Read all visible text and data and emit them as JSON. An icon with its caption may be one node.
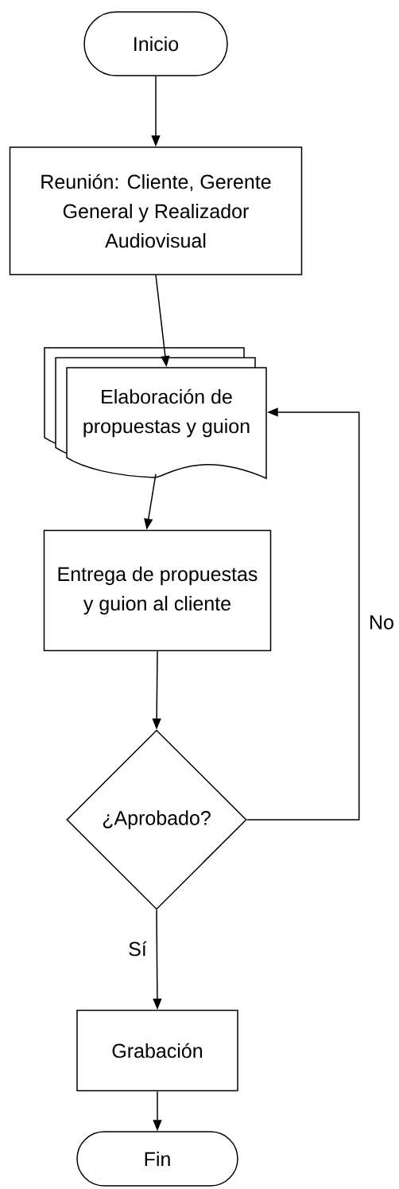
{
  "diagram": {
    "nodes": [
      {
        "text": [
          "Inicio"
        ]
      },
      {
        "text": [
          "Reunión: Cliente, Gerente General y Realizador Audiovisual"
        ]
      },
      {
        "text": [
          "Elaboración de propuestas y guion"
        ]
      },
      {
        "text": [
          "Entrega de propuestas y guion al cliente"
        ]
      },
      {
        "text": [
          "¿Aprobado?"
        ]
      },
      {
        "text": [
          "Grabación"
        ]
      },
      {
        "text": [
          "Fin"
        ]
      }
    ],
    "edges": [
      {
        "from": 0,
        "to": 1,
        "arrow": "to"
      },
      {
        "from": 1,
        "to": 2,
        "arrow": "to"
      },
      {
        "from": 2,
        "to": 3,
        "arrow": "to"
      },
      {
        "from": 3,
        "to": 4,
        "arrow": "to"
      },
      {
        "from": 4,
        "to": 5,
        "arrow": "to",
        "label": "Sí"
      },
      {
        "from": 5,
        "to": 6,
        "arrow": "to"
      },
      {
        "from": 4,
        "to": 2,
        "arrow": "to",
        "label": "No"
      }
    ]
  }
}
